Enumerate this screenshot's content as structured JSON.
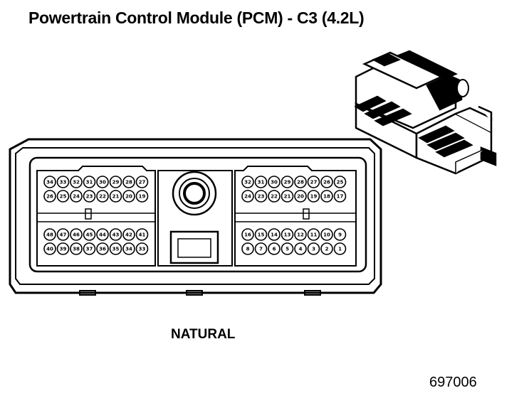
{
  "title": "Powertrain Control Module (PCM) - C3 (4.2L)",
  "caption": "NATURAL",
  "figure_number": "697006",
  "connector": {
    "left_upper_row1": [
      "34",
      "33",
      "32",
      "31",
      "30",
      "29",
      "28",
      "27"
    ],
    "left_upper_row2": [
      "26",
      "25",
      "24",
      "23",
      "22",
      "21",
      "20",
      "19"
    ],
    "left_lower_row1": [
      "48",
      "47",
      "46",
      "45",
      "44",
      "43",
      "42",
      "41"
    ],
    "left_lower_row2": [
      "40",
      "39",
      "38",
      "37",
      "36",
      "35",
      "34",
      "33"
    ],
    "right_upper_row1": [
      "32",
      "31",
      "30",
      "29",
      "28",
      "27",
      "26",
      "25"
    ],
    "right_upper_row2": [
      "24",
      "23",
      "22",
      "21",
      "20",
      "19",
      "18",
      "17"
    ],
    "right_lower_row1": [
      "16",
      "15",
      "14",
      "13",
      "12",
      "11",
      "10",
      "9"
    ],
    "right_lower_row2": [
      "8",
      "7",
      "6",
      "5",
      "4",
      "3",
      "2",
      "1"
    ]
  },
  "colors": {
    "line": "#000000",
    "background": "#ffffff"
  }
}
